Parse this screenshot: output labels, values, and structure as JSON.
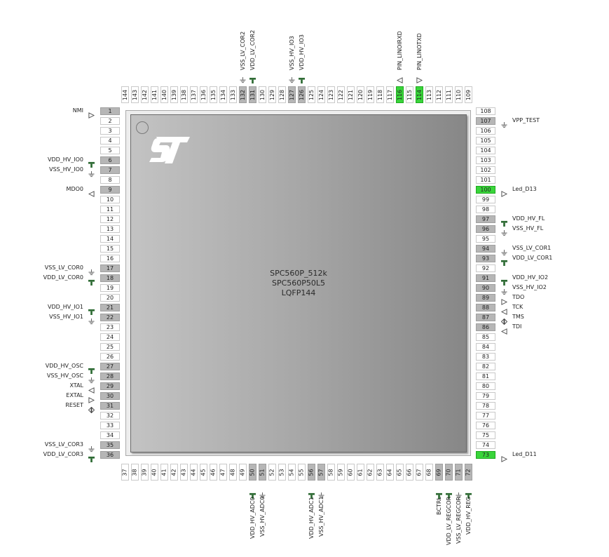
{
  "chip": {
    "name": "SPC560P_512k",
    "part": "SPC560P50L5",
    "package": "LQFP144"
  },
  "colors": {
    "pin_default": "#ffffff",
    "pin_assigned_power": "#b6b6b6",
    "pin_configured": "#39d53a"
  },
  "pins_left": [
    {
      "n": "1",
      "state": "gray",
      "label": "NMI",
      "icon": "arrow-right-icon"
    },
    {
      "n": "2",
      "state": "white"
    },
    {
      "n": "3",
      "state": "white"
    },
    {
      "n": "4",
      "state": "white"
    },
    {
      "n": "5",
      "state": "white"
    },
    {
      "n": "6",
      "state": "gray",
      "label": "VDD_HV_IO0",
      "icon": "power-icon"
    },
    {
      "n": "7",
      "state": "gray",
      "label": "VSS_HV_IO0",
      "icon": "ground-icon"
    },
    {
      "n": "8",
      "state": "white"
    },
    {
      "n": "9",
      "state": "gray",
      "label": "MDO0",
      "icon": "arrow-left-icon"
    },
    {
      "n": "10",
      "state": "white"
    },
    {
      "n": "11",
      "state": "white"
    },
    {
      "n": "12",
      "state": "white"
    },
    {
      "n": "13",
      "state": "white"
    },
    {
      "n": "14",
      "state": "white"
    },
    {
      "n": "15",
      "state": "white"
    },
    {
      "n": "16",
      "state": "white"
    },
    {
      "n": "17",
      "state": "gray",
      "label": "VSS_LV_COR0",
      "icon": "ground-icon"
    },
    {
      "n": "18",
      "state": "gray",
      "label": "VDD_LV_COR0",
      "icon": "power-icon"
    },
    {
      "n": "19",
      "state": "white"
    },
    {
      "n": "20",
      "state": "white"
    },
    {
      "n": "21",
      "state": "gray",
      "label": "VDD_HV_IO1",
      "icon": "power-icon"
    },
    {
      "n": "22",
      "state": "gray",
      "label": "VSS_HV_IO1",
      "icon": "ground-icon"
    },
    {
      "n": "23",
      "state": "white"
    },
    {
      "n": "24",
      "state": "white"
    },
    {
      "n": "25",
      "state": "white"
    },
    {
      "n": "26",
      "state": "white"
    },
    {
      "n": "27",
      "state": "gray",
      "label": "VDD_HV_OSC",
      "icon": "power-icon"
    },
    {
      "n": "28",
      "state": "gray",
      "label": "VSS_HV_OSC",
      "icon": "ground-icon"
    },
    {
      "n": "29",
      "state": "gray",
      "label": "XTAL",
      "icon": "arrow-left-icon"
    },
    {
      "n": "30",
      "state": "gray",
      "label": "EXTAL",
      "icon": "arrow-right-icon"
    },
    {
      "n": "31",
      "state": "gray",
      "label": "RESET",
      "icon": "bidir-icon"
    },
    {
      "n": "32",
      "state": "white"
    },
    {
      "n": "33",
      "state": "white"
    },
    {
      "n": "34",
      "state": "white"
    },
    {
      "n": "35",
      "state": "gray",
      "label": "VSS_LV_COR3",
      "icon": "ground-icon"
    },
    {
      "n": "36",
      "state": "gray",
      "label": "VDD_LV_COR3",
      "icon": "power-icon"
    }
  ],
  "pins_right": [
    {
      "n": "108",
      "state": "white"
    },
    {
      "n": "107",
      "state": "gray",
      "label": "VPP_TEST",
      "icon": "ground-icon"
    },
    {
      "n": "106",
      "state": "white"
    },
    {
      "n": "105",
      "state": "white"
    },
    {
      "n": "104",
      "state": "white"
    },
    {
      "n": "103",
      "state": "white"
    },
    {
      "n": "102",
      "state": "white"
    },
    {
      "n": "101",
      "state": "white"
    },
    {
      "n": "100",
      "state": "green",
      "label": "Led_D13",
      "icon": "arrow-right-icon"
    },
    {
      "n": "99",
      "state": "white"
    },
    {
      "n": "98",
      "state": "white"
    },
    {
      "n": "97",
      "state": "gray",
      "label": "VDD_HV_FL",
      "icon": "power-icon"
    },
    {
      "n": "96",
      "state": "gray",
      "label": "VSS_HV_FL",
      "icon": "ground-icon"
    },
    {
      "n": "95",
      "state": "white"
    },
    {
      "n": "94",
      "state": "gray",
      "label": "VSS_LV_COR1",
      "icon": "ground-icon"
    },
    {
      "n": "93",
      "state": "gray",
      "label": "VDD_LV_COR1",
      "icon": "power-icon"
    },
    {
      "n": "92",
      "state": "white"
    },
    {
      "n": "91",
      "state": "gray",
      "label": "VDD_HV_IO2",
      "icon": "power-icon"
    },
    {
      "n": "90",
      "state": "gray",
      "label": "VSS_HV_IO2",
      "icon": "ground-icon"
    },
    {
      "n": "89",
      "state": "gray",
      "label": "TDO",
      "icon": "arrow-right-icon"
    },
    {
      "n": "88",
      "state": "gray",
      "label": "TCK",
      "icon": "arrow-left-icon"
    },
    {
      "n": "87",
      "state": "gray",
      "label": "TMS",
      "icon": "bidir-icon"
    },
    {
      "n": "86",
      "state": "gray",
      "label": "TDI",
      "icon": "arrow-left-icon"
    },
    {
      "n": "85",
      "state": "white"
    },
    {
      "n": "84",
      "state": "white"
    },
    {
      "n": "83",
      "state": "white"
    },
    {
      "n": "82",
      "state": "white"
    },
    {
      "n": "81",
      "state": "white"
    },
    {
      "n": "80",
      "state": "white"
    },
    {
      "n": "79",
      "state": "white"
    },
    {
      "n": "78",
      "state": "white"
    },
    {
      "n": "77",
      "state": "white"
    },
    {
      "n": "76",
      "state": "white"
    },
    {
      "n": "75",
      "state": "white"
    },
    {
      "n": "74",
      "state": "white"
    },
    {
      "n": "73",
      "state": "green",
      "label": "Led_D11",
      "icon": "arrow-right-icon"
    }
  ],
  "pins_top": [
    {
      "n": "144",
      "state": "white"
    },
    {
      "n": "143",
      "state": "white"
    },
    {
      "n": "142",
      "state": "white"
    },
    {
      "n": "141",
      "state": "white"
    },
    {
      "n": "140",
      "state": "white"
    },
    {
      "n": "139",
      "state": "white"
    },
    {
      "n": "138",
      "state": "white"
    },
    {
      "n": "137",
      "state": "white"
    },
    {
      "n": "136",
      "state": "white"
    },
    {
      "n": "135",
      "state": "white"
    },
    {
      "n": "134",
      "state": "white"
    },
    {
      "n": "133",
      "state": "white"
    },
    {
      "n": "132",
      "state": "gray",
      "label": "VSS_LV_COR2",
      "icon": "ground-icon"
    },
    {
      "n": "131",
      "state": "gray",
      "label": "VDD_LV_COR2",
      "icon": "power-icon"
    },
    {
      "n": "130",
      "state": "white"
    },
    {
      "n": "129",
      "state": "white"
    },
    {
      "n": "128",
      "state": "white"
    },
    {
      "n": "127",
      "state": "gray",
      "label": "VSS_HV_IO3",
      "icon": "ground-icon"
    },
    {
      "n": "126",
      "state": "gray",
      "label": "VDD_HV_IO3",
      "icon": "power-icon"
    },
    {
      "n": "125",
      "state": "white"
    },
    {
      "n": "124",
      "state": "white"
    },
    {
      "n": "123",
      "state": "white"
    },
    {
      "n": "122",
      "state": "white"
    },
    {
      "n": "121",
      "state": "white"
    },
    {
      "n": "120",
      "state": "white"
    },
    {
      "n": "119",
      "state": "white"
    },
    {
      "n": "118",
      "state": "white"
    },
    {
      "n": "117",
      "state": "white"
    },
    {
      "n": "116",
      "state": "green",
      "label": "PIN_LINOIRXD",
      "icon": "arrow-left-icon"
    },
    {
      "n": "115",
      "state": "white"
    },
    {
      "n": "114",
      "state": "green",
      "label": "PIN_LINOTXD",
      "icon": "arrow-right-icon"
    },
    {
      "n": "113",
      "state": "white"
    },
    {
      "n": "112",
      "state": "white"
    },
    {
      "n": "111",
      "state": "white"
    },
    {
      "n": "110",
      "state": "white"
    },
    {
      "n": "109",
      "state": "white"
    }
  ],
  "pins_bottom": [
    {
      "n": "37",
      "state": "white"
    },
    {
      "n": "38",
      "state": "white"
    },
    {
      "n": "39",
      "state": "white"
    },
    {
      "n": "40",
      "state": "white"
    },
    {
      "n": "41",
      "state": "white"
    },
    {
      "n": "42",
      "state": "white"
    },
    {
      "n": "43",
      "state": "white"
    },
    {
      "n": "44",
      "state": "white"
    },
    {
      "n": "45",
      "state": "white"
    },
    {
      "n": "46",
      "state": "white"
    },
    {
      "n": "47",
      "state": "white"
    },
    {
      "n": "48",
      "state": "white"
    },
    {
      "n": "49",
      "state": "white"
    },
    {
      "n": "50",
      "state": "gray",
      "label": "VDD_HV_ADC0",
      "icon": "power-icon"
    },
    {
      "n": "51",
      "state": "gray",
      "label": "VSS_HV_ADC0",
      "icon": "ground-icon"
    },
    {
      "n": "52",
      "state": "white"
    },
    {
      "n": "53",
      "state": "white"
    },
    {
      "n": "54",
      "state": "white"
    },
    {
      "n": "55",
      "state": "white"
    },
    {
      "n": "56",
      "state": "gray",
      "label": "VDD_HV_ADC1",
      "icon": "power-icon"
    },
    {
      "n": "57",
      "state": "gray",
      "label": "VSS_HV_ADC1",
      "icon": "ground-icon"
    },
    {
      "n": "58",
      "state": "white"
    },
    {
      "n": "59",
      "state": "white"
    },
    {
      "n": "60",
      "state": "white"
    },
    {
      "n": "61",
      "state": "white"
    },
    {
      "n": "62",
      "state": "white"
    },
    {
      "n": "63",
      "state": "white"
    },
    {
      "n": "64",
      "state": "white"
    },
    {
      "n": "65",
      "state": "white"
    },
    {
      "n": "66",
      "state": "white"
    },
    {
      "n": "67",
      "state": "white"
    },
    {
      "n": "68",
      "state": "white"
    },
    {
      "n": "69",
      "state": "gray",
      "label": "BCTRL",
      "icon": "power-icon"
    },
    {
      "n": "70",
      "state": "gray",
      "label": "VDD_LV_REGCOR",
      "icon": "power-icon"
    },
    {
      "n": "71",
      "state": "gray",
      "label": "VSS_LV_REGCOR",
      "icon": "ground-icon"
    },
    {
      "n": "72",
      "state": "gray",
      "label": "VDD_HV_REG",
      "icon": "power-icon"
    }
  ]
}
